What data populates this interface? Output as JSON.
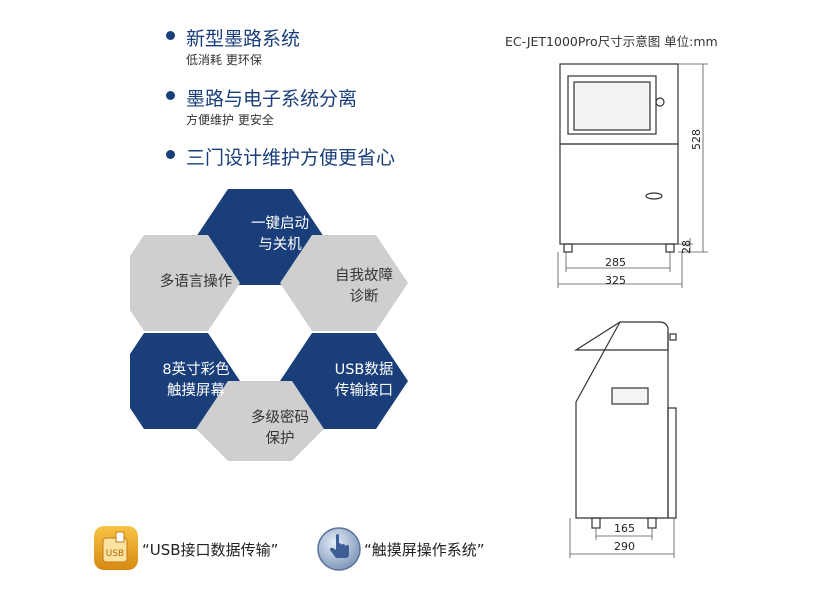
{
  "features": [
    {
      "title": "新型墨路系统",
      "sub": "低消耗  更环保"
    },
    {
      "title": "墨路与电子系统分离",
      "sub": "方便维护  更安全"
    },
    {
      "title": "三门设计维护方便更省心",
      "sub": ""
    }
  ],
  "hexagons": [
    {
      "line1": "一键启动",
      "line2": "与关机",
      "style": "dark"
    },
    {
      "line1": "多语言操作",
      "line2": "",
      "style": "light"
    },
    {
      "line1": "自我故障",
      "line2": "诊断",
      "style": "light"
    },
    {
      "line1": "8英寸彩色",
      "line2": "触摸屏幕",
      "style": "dark"
    },
    {
      "line1": "USB数据",
      "line2": "传输接口",
      "style": "dark"
    },
    {
      "line1": "多级密码",
      "line2": "保护",
      "style": "light"
    }
  ],
  "bottom": {
    "usb_text": "“USB接口数据传输”",
    "touch_text": "“触摸屏操作系统”",
    "usb_icon_text": "USB"
  },
  "diagram": {
    "title": "EC-JET1000Pro尺寸示意图 单位:mm",
    "front": {
      "height_total": "528",
      "height_feet": "28",
      "width_inner": "285",
      "width_outer": "325"
    },
    "side": {
      "width_inner": "165",
      "width_outer": "290"
    }
  },
  "colors": {
    "dark": "#1a3e7a",
    "light": "#cfcfcf",
    "accent": "#e8a020"
  }
}
